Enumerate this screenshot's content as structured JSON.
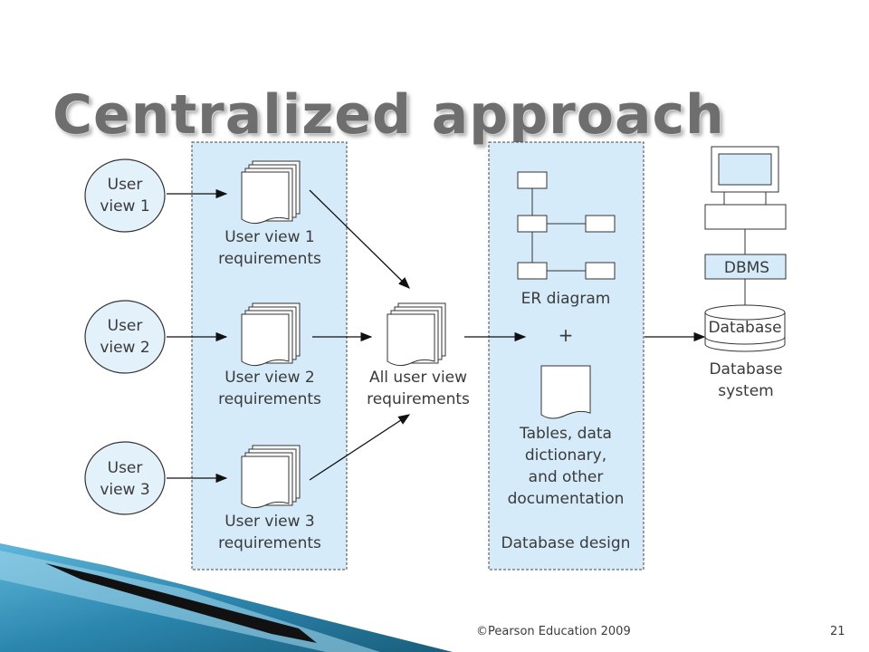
{
  "slide": {
    "title": "Centralized approach",
    "footer": "©Pearson Education 2009",
    "page_number": "21"
  },
  "diagram": {
    "user_views": [
      {
        "line1": "User",
        "line2": "view 1"
      },
      {
        "line1": "User",
        "line2": "view 2"
      },
      {
        "line1": "User",
        "line2": "view 3"
      }
    ],
    "requirements": [
      {
        "line1": "User view 1",
        "line2": "requirements"
      },
      {
        "line1": "User view 2",
        "line2": "requirements"
      },
      {
        "line1": "User view 3",
        "line2": "requirements"
      }
    ],
    "merged": {
      "line1": "All user view",
      "line2": "requirements"
    },
    "design": {
      "er_label": "ER diagram",
      "plus": "+",
      "tables_lines": [
        "Tables, data",
        "dictionary,",
        "and other",
        "documentation"
      ],
      "panel_label": "Database design"
    },
    "system": {
      "dbms_label": "DBMS",
      "db_label": "Database",
      "caption_line1": "Database",
      "caption_line2": "system"
    },
    "colors": {
      "panel_fill": "#d6ebfa",
      "ellipse_fill": "#e3f1fb",
      "accent_dark": "#1a5e7c",
      "accent_light": "#63b5d8"
    }
  }
}
